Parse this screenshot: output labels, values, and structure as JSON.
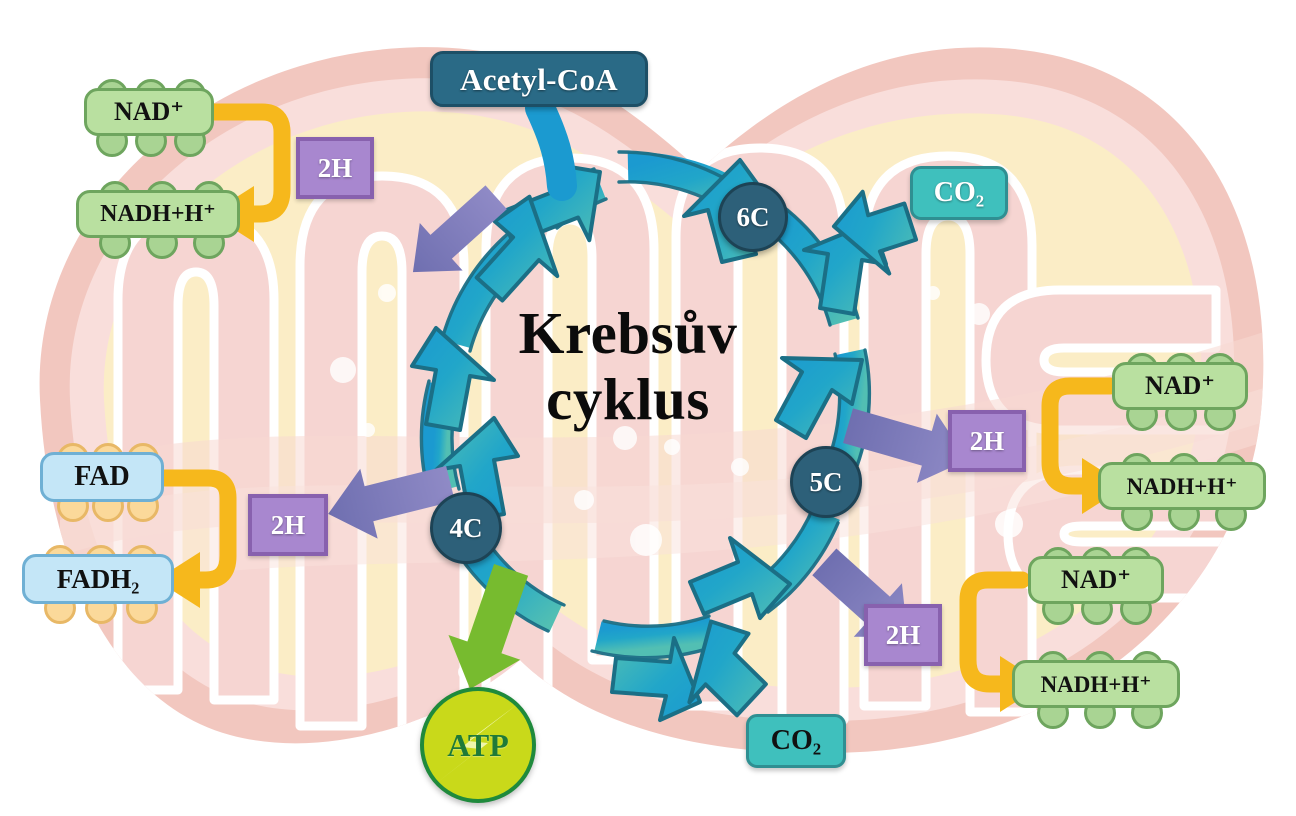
{
  "diagram": {
    "title": "Krebsův cyklus",
    "title_line1": "Krebsův",
    "title_line2": "cyklus",
    "organelle": "mitochondrion"
  },
  "inputs": {
    "acetyl_coa": "Acetyl-CoA"
  },
  "cycle_nodes": [
    {
      "id": "6c",
      "label": "6C"
    },
    {
      "id": "5c",
      "label": "5C"
    },
    {
      "id": "4c",
      "label": "4C"
    }
  ],
  "outputs": {
    "co2_top": "CO₂",
    "co2_bottom": "CO₂",
    "atp": "ATP"
  },
  "hydrogen_carriers": [
    {
      "id": "nad-top-left",
      "oxidized": "NAD⁺",
      "reduced": "NADH+H⁺",
      "transfer": "2H",
      "style": "green"
    },
    {
      "id": "fad-left",
      "oxidized": "FAD",
      "reduced": "FADH₂",
      "transfer": "2H",
      "style": "blue"
    },
    {
      "id": "nad-right-upper",
      "oxidized": "NAD⁺",
      "reduced": "NADH+H⁺",
      "transfer": "2H",
      "style": "green"
    },
    {
      "id": "nad-right-lower",
      "oxidized": "NAD⁺",
      "reduced": "NADH+H⁺",
      "transfer": "2H",
      "style": "green"
    }
  ],
  "transfer_plates": [
    {
      "id": "2h-top-left",
      "label": "2H"
    },
    {
      "id": "2h-left",
      "label": "2H"
    },
    {
      "id": "2h-right-upper",
      "label": "2H"
    },
    {
      "id": "2h-right-lower",
      "label": "2H"
    }
  ],
  "colors": {
    "cycle_ring_start": "#1f9fc9",
    "cycle_ring_end": "#46b8b2",
    "node_fill": "#2d6079",
    "acetyl_fill": "#2a6a86",
    "co2_fill": "#3fc0bd",
    "transfer_fill": "#a887cf",
    "transfer_arrow": "#7b79b8",
    "carrier_arrow": "#f6b81c",
    "nad_fill": "#b9e0a0",
    "fad_fill": "#c4e6f7",
    "atp_fill": "#c9d91a",
    "atp_arrow": "#77bb2f",
    "membrane_outer": "#f2c5bd",
    "membrane_inner": "#f7dcd8",
    "matrix": "#fbeec6",
    "background": "#ffffff"
  }
}
